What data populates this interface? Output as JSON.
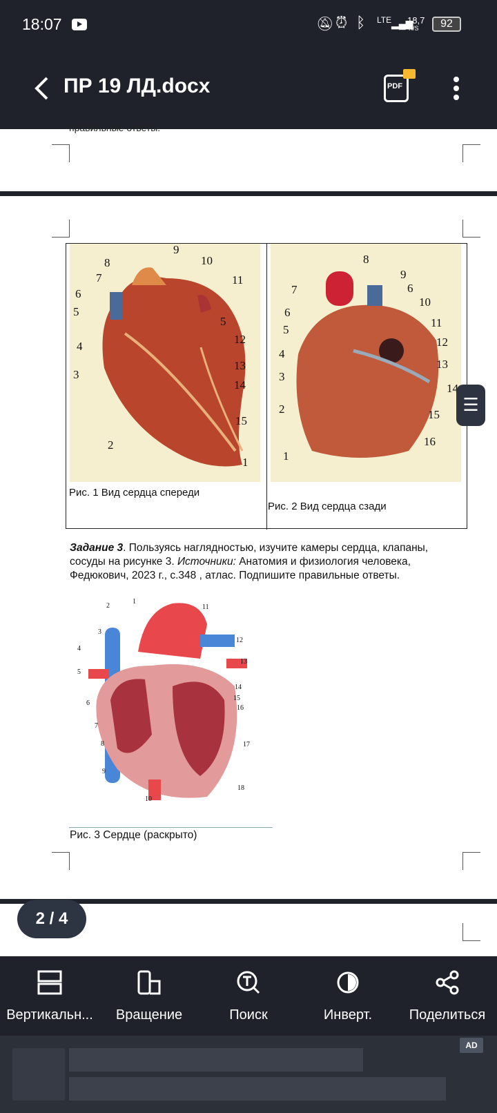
{
  "status": {
    "time": "18:07",
    "network": "LTE",
    "speed": "18,7",
    "speed_unit": "K/S",
    "battery": "92"
  },
  "appbar": {
    "title": "ПР 19 ЛД.docx",
    "pdf_label": "PDF"
  },
  "page1": {
    "cut_text": "правильные ответы."
  },
  "figures": {
    "fig1_caption": "Рис. 1  Вид сердца спереди",
    "fig2_caption": "Рис. 2  Вид сердца сзади",
    "fig1_labels": [
      "1",
      "2",
      "3",
      "4",
      "5",
      "5",
      "6",
      "7",
      "8",
      "9",
      "10",
      "11",
      "12",
      "13",
      "14",
      "15"
    ],
    "fig2_labels": [
      "1",
      "2",
      "3",
      "4",
      "5",
      "6",
      "6",
      "7",
      "8",
      "9",
      "10",
      "11",
      "12",
      "13",
      "14",
      "15",
      "16"
    ],
    "fig3_labels": [
      "1",
      "2",
      "3",
      "4",
      "5",
      "6",
      "7",
      "8",
      "9",
      "10",
      "11",
      "12",
      "13",
      "14",
      "15",
      "16",
      "17",
      "18"
    ],
    "fig3_caption": "Рис. 3  Сердце (раскрыто)"
  },
  "task3": {
    "bold": "Задание 3",
    "text1": ". Пользуясь наглядностью, изучите камеры сердца, клапаны, сосуды на рисунке 3. ",
    "italic": "Источники:",
    "text2": " Анатомия и физиология человека, Федюкович, 2023 г., с.348 , атлас. Подпишите правильные ответы."
  },
  "page_indicator": "2 / 4",
  "toolbar": [
    "Вертикальн...",
    "Вращение",
    "Поиск",
    "Инверт.",
    "Поделиться"
  ],
  "ad": {
    "badge": "AD"
  }
}
